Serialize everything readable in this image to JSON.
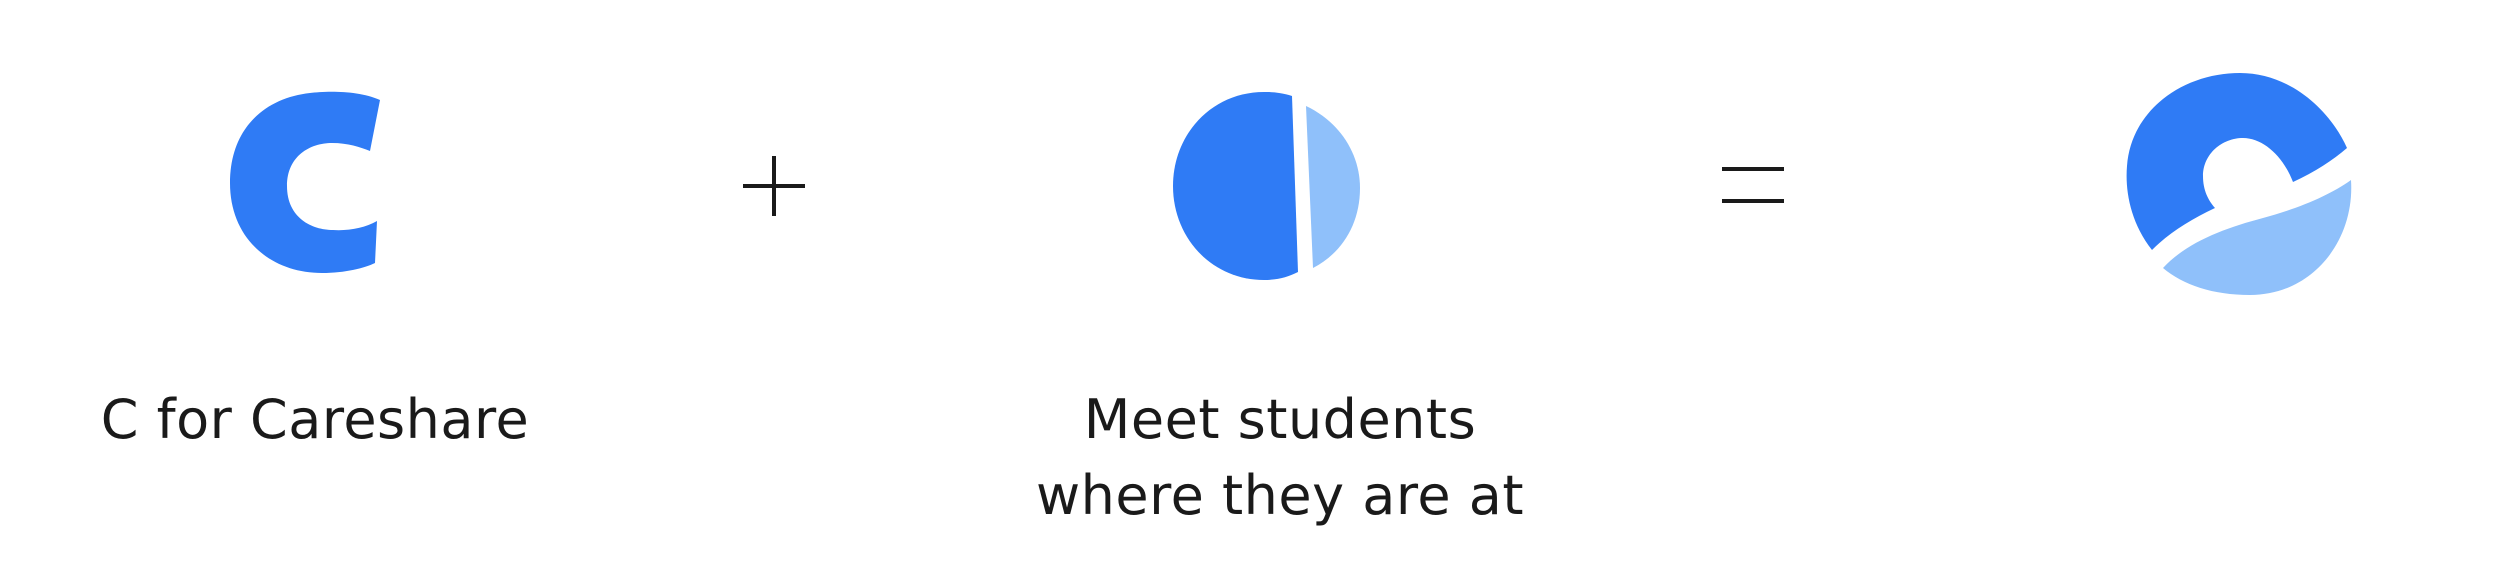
{
  "colors": {
    "primary_blue": "#2F7BF5",
    "light_blue": "#8FC0FA",
    "operator": "#1a1a1a"
  },
  "diagram": {
    "terms": [
      {
        "id": "c-letter",
        "icon": "letter-c-icon",
        "caption_lines": [
          "C for Careshare"
        ]
      },
      {
        "id": "split-circle",
        "icon": "split-circle-icon",
        "caption_lines": [
          "Meet students",
          "where they are at"
        ]
      }
    ],
    "operators": {
      "plus": "plus-icon",
      "equals": "equals-icon"
    },
    "result": {
      "icon": "careshare-logo-icon"
    }
  }
}
